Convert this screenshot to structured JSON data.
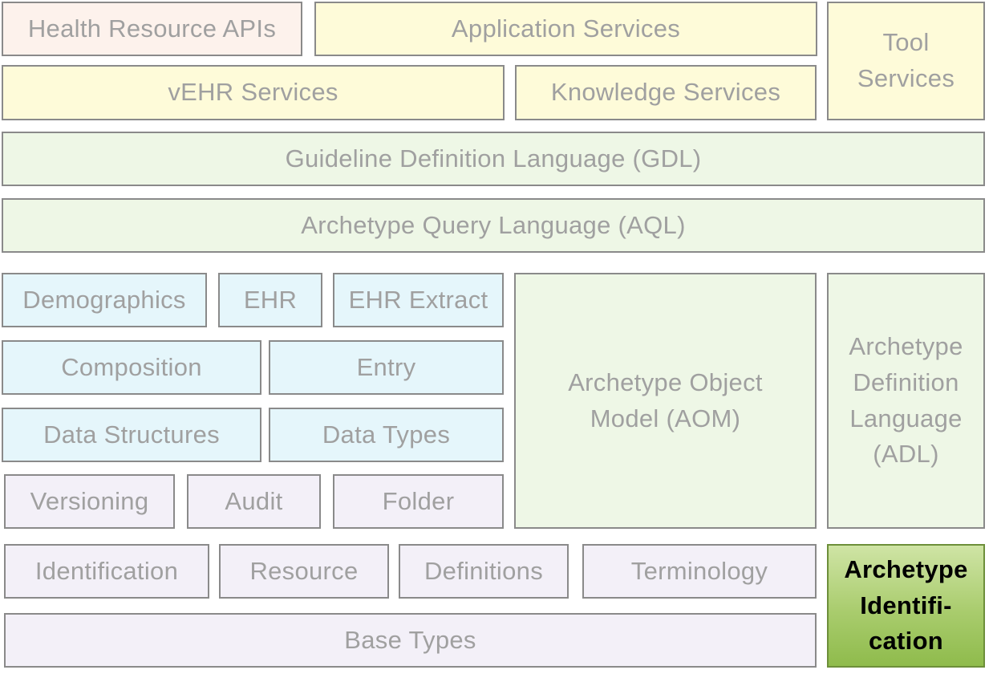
{
  "layers": {
    "top": {
      "health_resource_apis": "Health Resource APIs",
      "application_services": "Application Services",
      "tool_services": "Tool\nServices",
      "vehr_services": "vEHR Services",
      "knowledge_services": "Knowledge Services"
    },
    "languages": {
      "gdl": "Guideline Definition Language (GDL)",
      "aql": "Archetype Query Language (AQL)"
    },
    "rm": {
      "demographics": "Demographics",
      "ehr": "EHR",
      "ehr_extract": "EHR Extract",
      "composition": "Composition",
      "entry": "Entry",
      "data_structures": "Data Structures",
      "data_types": "Data Types",
      "versioning": "Versioning",
      "audit": "Audit",
      "folder": "Folder"
    },
    "am": {
      "aom": "Archetype Object\nModel (AOM)",
      "adl": "Archetype\nDefinition\nLanguage\n(ADL)"
    },
    "base": {
      "identification": "Identification",
      "resource": "Resource",
      "definitions": "Definitions",
      "terminology": "Terminology",
      "base_types": "Base Types",
      "archetype_identification": "Archetype\nIdentifi-\ncation"
    }
  },
  "colors": {
    "peach": "#fdf2ec",
    "yellow": "#fefbd9",
    "green": "#eef7e6",
    "blue": "#e5f6fb",
    "lavender": "#f3f0f8",
    "highlight": "#a9cc6d"
  }
}
